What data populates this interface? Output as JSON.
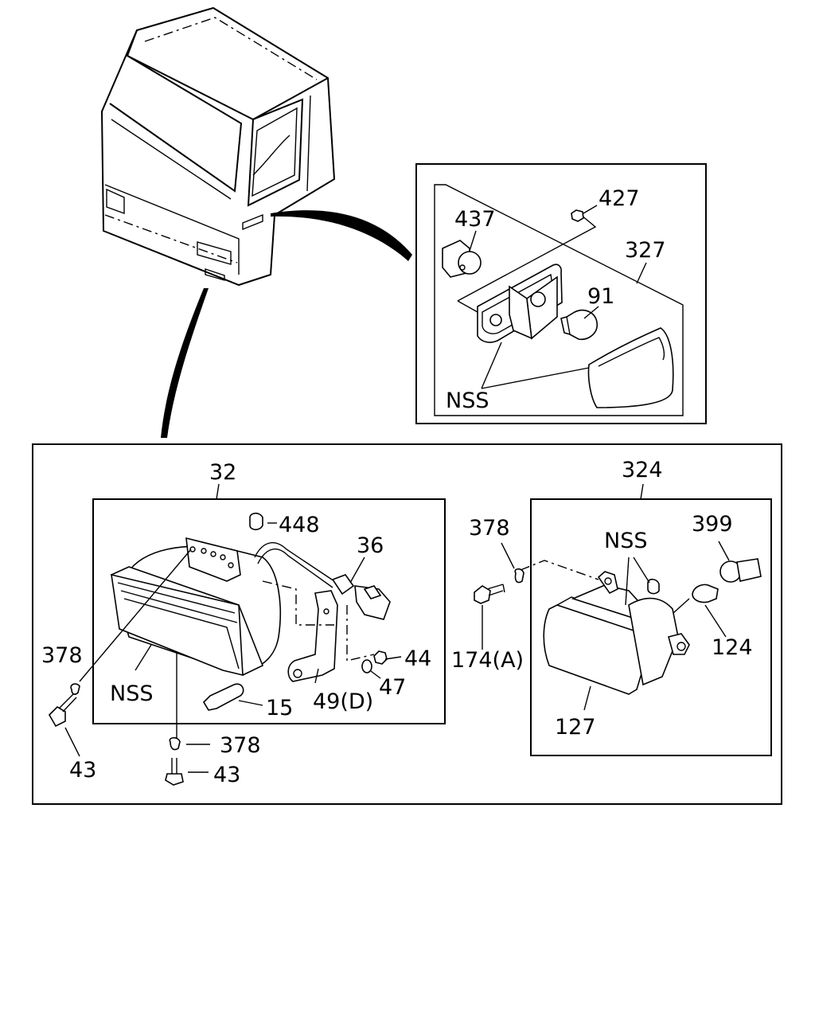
{
  "callouts": {
    "c427": "427",
    "c437": "437",
    "c327": "327",
    "c91": "91",
    "nss_top": "NSS",
    "c32": "32",
    "c448": "448",
    "c36": "36",
    "c378_left": "378",
    "nss_left": "NSS",
    "c15": "15",
    "c49d": "49(D)",
    "c47": "47",
    "c44": "44",
    "c43_left": "43",
    "c378_bottom": "378",
    "c43_bottom": "43",
    "c324": "324",
    "c378_right": "378",
    "c399": "399",
    "nss_right": "NSS",
    "c174a": "174(A)",
    "c124": "124",
    "c127": "127"
  }
}
